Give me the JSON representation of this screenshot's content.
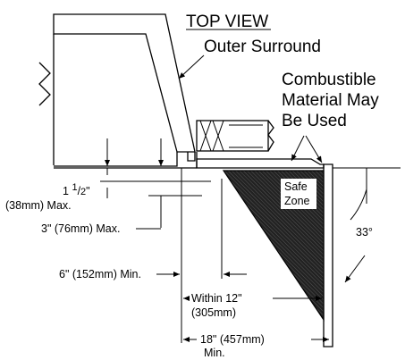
{
  "title": "TOP VIEW",
  "outer_surround": "Outer Surround",
  "combustible": [
    "Combustible",
    "Material May",
    "Be Used"
  ],
  "safe_zone": [
    "Safe",
    "Zone"
  ],
  "dim_1_5": {
    "whole": "1 ",
    "frac_num": "1",
    "frac_den": "2",
    "suffix": "\"",
    "metric": "(38mm) Max."
  },
  "dim_3": "3\" (76mm) Max.",
  "dim_6": "6\" (152mm) Min.",
  "dim_12": [
    "Within 12\"",
    "(305mm)"
  ],
  "dim_18": [
    "18\" (457mm)",
    "Min."
  ],
  "angle": "33°"
}
